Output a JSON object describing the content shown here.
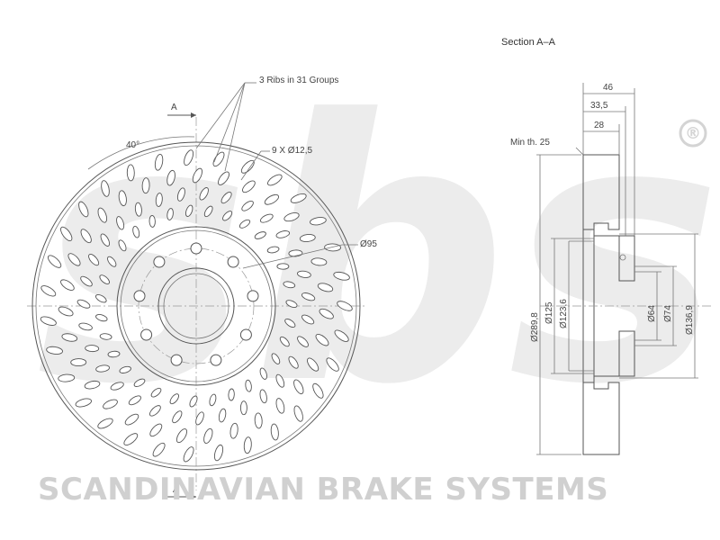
{
  "logo": {
    "text": "sbs",
    "mark": "®",
    "tagline": "SCANDINAVIAN BRAKE SYSTEMS"
  },
  "front_view": {
    "section_marker": "A",
    "ribs_label": "3 Ribs in 31 Groups",
    "angle_label": "40°",
    "holes_label": "9 X Ø12,5",
    "bolt_circle_label": "Ø95"
  },
  "section_view": {
    "title": "Section A–A",
    "min_thickness_label": "Min th. 25",
    "dimensions": {
      "overall_height": "46",
      "hat_height": "33,5",
      "disc_thickness": "28",
      "outer_diameter": "Ø289,8",
      "diameter_125": "Ø125",
      "diameter_123_6": "Ø123,6",
      "diameter_64": "Ø64",
      "diameter_74": "Ø74",
      "diameter_136_9": "Ø136,9"
    }
  },
  "colors": {
    "line": "#555555",
    "watermark": "#e6e6e6",
    "tagline": "#d0d0d0"
  }
}
